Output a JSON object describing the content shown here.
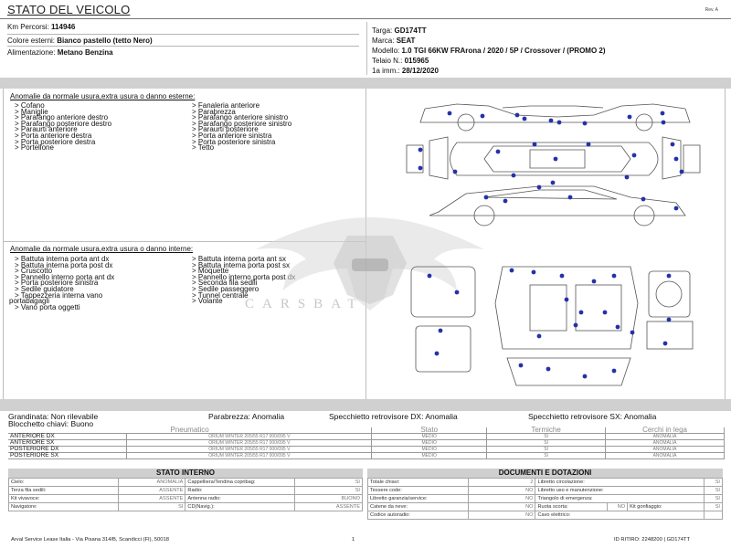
{
  "header": {
    "title": "STATO DEL VEICOLO",
    "rev": "Rev. A"
  },
  "info_left": [
    {
      "label": "Km Percorsi:",
      "value": "114946"
    },
    {
      "label": "Colore esterni:",
      "value": "Bianco pastello (tetto Nero)"
    },
    {
      "label": "Alimentazione:",
      "value": "Metano Benzina"
    }
  ],
  "info_right": [
    {
      "label": "Targa:",
      "value": "GD174TT"
    },
    {
      "label": "Marca:",
      "value": "SEAT"
    },
    {
      "label": "Modello:",
      "value": "1.0 TGI 66KW FRArona / 2020 / 5P / Crossover / (PROMO 2)"
    },
    {
      "label": "Telaio N.:",
      "value": "015965"
    },
    {
      "label": "1a imm.:",
      "value": "28/12/2020"
    }
  ],
  "exterior": {
    "title": "Anomalie da normale usura,extra usura o danno esterne:",
    "col1": [
      "> Cofano",
      "> Maniglie",
      "> Parafango anteriore destro",
      "> Parafango posteriore destro",
      "> Paraurti anteriore",
      "> Porta anteriore destra",
      "> Porta posteriore destra",
      "> Portellone"
    ],
    "col2": [
      "> Fanaleria anteriore",
      "> Parabrezza",
      "> Parafango anteriore sinistro",
      "> Parafango posteriore sinistro",
      "> Paraurti posteriore",
      "> Porta anteriore sinistra",
      "> Porta posteriore sinistra",
      "> Tetto"
    ]
  },
  "interior": {
    "title": "Anomalie da normale usura,extra usura o danno interne:",
    "col1": [
      "> Battuta interna porta ant dx",
      "> Battuta interna porta post dx",
      "> Cruscotto",
      "> Pannello interno porta ant dx",
      "> Porta posteriore sinistra",
      "> Sedile guidatore",
      "> Tappezzeria interna vano",
      "portabagagli",
      "> Vano porta oggetti"
    ],
    "col2": [
      "> Battuta interna porta ant sx",
      "> Battuta interna porta post sx",
      "> Moquette",
      "> Pannello interno porta post dx",
      "> Seconda fila sedili",
      "> Sedile passeggero",
      "> Tunnel centrale",
      "> Volante"
    ]
  },
  "watermark": "CARSBAT",
  "status": {
    "grandinata": "Grandinata: Non rilevabile",
    "parabrezza": "Parabrezza: Anomalia",
    "specchietto_dx": "Specchietto retrovisore DX: Anomalia",
    "specchietto_sx": "Specchietto retrovisore SX: Anomalia",
    "blocchetto": "Blocchetto chiavi: Buono"
  },
  "tires": {
    "headers": {
      "pneumatico": "Pneumatico",
      "stato": "Stato",
      "termiche": "Termiche",
      "cerchi": "Cerchi in lega"
    },
    "rows": [
      {
        "pos": "ANTERIORE DX",
        "desc": "ORIUM WINTER  205/55 R17 000/095 V",
        "stato": "MEDIO",
        "termiche": "SI",
        "cerchi": "ANOMALIA"
      },
      {
        "pos": "ANTERIORE SX",
        "desc": "ORIUM WINTER  205/55 R17 000/095 V",
        "stato": "MEDIO",
        "termiche": "SI",
        "cerchi": "ANOMALIA"
      },
      {
        "pos": "POSTERIORE DX",
        "desc": "ORIUM WINTER  205/55 R17 000/095 V",
        "stato": "MEDIO",
        "termiche": "SI",
        "cerchi": "ANOMALIA"
      },
      {
        "pos": "POSTERIORE SX",
        "desc": "ORIUM WINTER  205/55 R17 000/095 V",
        "stato": "MEDIO",
        "termiche": "SI",
        "cerchi": "ANOMALIA"
      }
    ]
  },
  "stato_interno": {
    "title": "STATO INTERNO",
    "rows": [
      [
        {
          "label": "Cielo:",
          "value": "ANOMALIA"
        },
        {
          "label": "Cappelliera/Tendina copribag:",
          "value": "SI"
        }
      ],
      [
        {
          "label": "Terza fila sedili:",
          "value": "ASSENTE"
        },
        {
          "label": "Radio:",
          "value": "SI"
        }
      ],
      [
        {
          "label": "Kit vivavoce:",
          "value": "ASSENTE"
        },
        {
          "label": "Antenna radio:",
          "value": "BUONO"
        }
      ],
      [
        {
          "label": "Navigatore:",
          "value": "SI"
        },
        {
          "label": "CD(Navig.):",
          "value": "ASSENTE"
        }
      ]
    ]
  },
  "documenti": {
    "title": "DOCUMENTI E DOTAZIONI",
    "rows": [
      [
        {
          "label": "Totale chiavi:",
          "value": "2"
        },
        {
          "label": "Libretto circolazione:",
          "value": "SI"
        }
      ],
      [
        {
          "label": "Tessere code:",
          "value": "NO"
        },
        {
          "label": "Libretto uso e manutenzione:",
          "value": "SI"
        }
      ],
      [
        {
          "label": "Libretto garanzia/service:",
          "value": "NO"
        },
        {
          "label": "Triangolo di emergenza:",
          "value": "SI"
        }
      ],
      [
        {
          "label": "Catene da neve:",
          "value": "NO"
        },
        {
          "label": "Ruota scorta:",
          "value": "NO"
        },
        {
          "label": "Kit gonfiaggio:",
          "value": "SI"
        }
      ],
      [
        {
          "label": "Codice autoradio:",
          "value": "NO"
        },
        {
          "label": "Cavo elettrico:",
          "value": ""
        }
      ]
    ]
  },
  "footer": {
    "left": "Arval Service Lease Italia - Via Pisana 314/B, Scandicci (FI), 50018",
    "center": "1",
    "right": "ID RITIRO: 2248200 | GD174TT"
  },
  "colors": {
    "dot": "#2432a8",
    "band": "#d0d0d0"
  }
}
